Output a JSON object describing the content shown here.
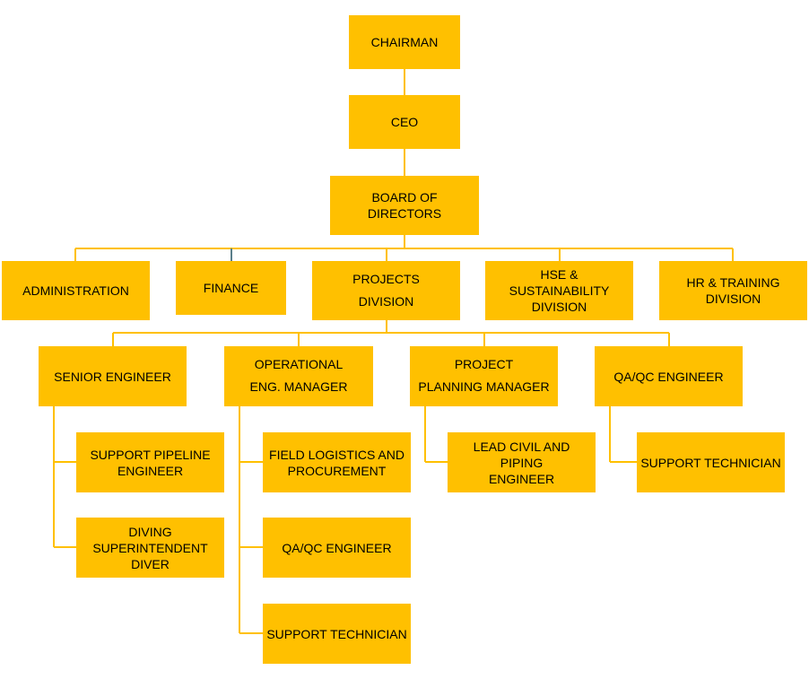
{
  "colors": {
    "box_fill": "#FFC000",
    "connector": "#FFC000",
    "text": "#000000",
    "background": "#FFFFFF"
  },
  "top": {
    "chairman": "CHAIRMAN",
    "ceo": "CEO",
    "board": "BOARD OF DIRECTORS"
  },
  "divisions": {
    "administration": "ADMINISTRATION",
    "finance": "FINANCE",
    "projects": [
      "PROJECTS",
      "DIVISION"
    ],
    "hse": [
      "HSE & SUSTAINABILITY",
      "DIVISION"
    ],
    "hr": [
      "HR & TRAINING",
      "DIVISION"
    ]
  },
  "managers": {
    "senior_engineer": "SENIOR ENGINEER",
    "operational_manager": [
      "OPERATIONAL",
      "ENG. MANAGER"
    ],
    "planning_manager": [
      "PROJECT",
      "PLANNING MANAGER"
    ],
    "qaqc_engineer": "QA/QC ENGINEER"
  },
  "staff": {
    "support_pipeline": [
      "SUPPORT PIPELINE",
      "ENGINEER"
    ],
    "diving": [
      "DIVING",
      "SUPERINTENDENT",
      "DIVER"
    ],
    "field_logistics": [
      "FIELD LOGISTICS AND",
      "PROCUREMENT"
    ],
    "ops_qaqc": "QA/QC ENGINEER",
    "ops_support_tech": "SUPPORT TECHNICIAN",
    "lead_civil": [
      "LEAD CIVIL AND PIPING",
      "ENGINEER"
    ],
    "qa_support_tech": "SUPPORT TECHNICIAN"
  }
}
